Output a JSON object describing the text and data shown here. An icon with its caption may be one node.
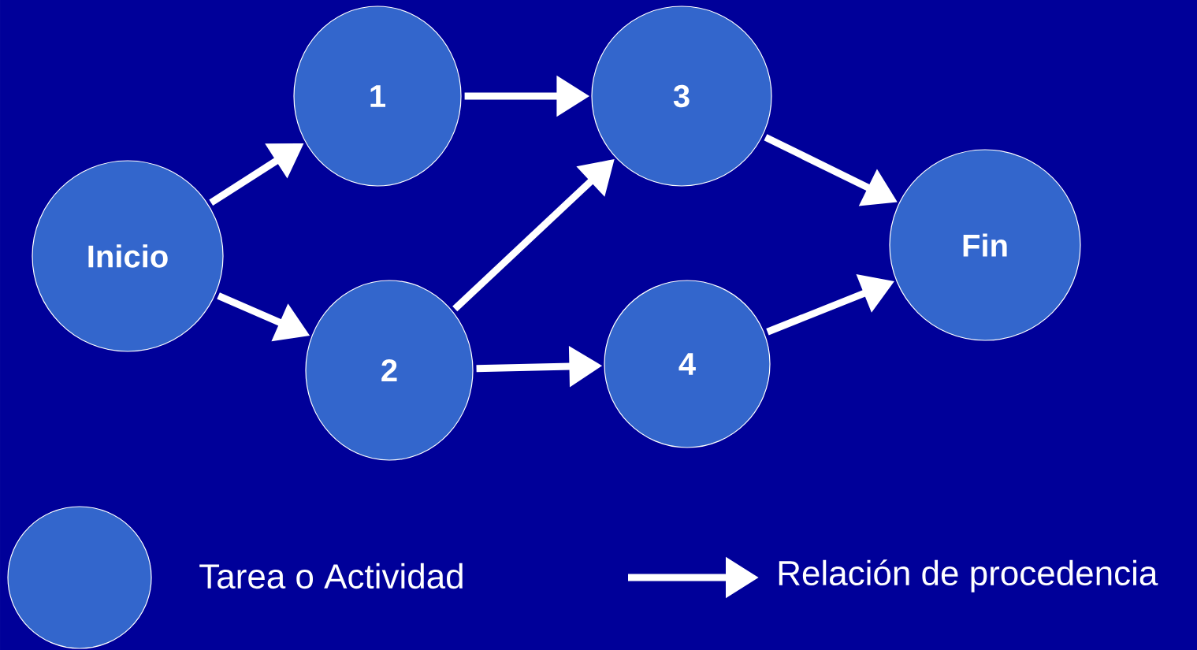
{
  "diagram": {
    "nodes": [
      {
        "text": [
          "Inicio"
        ]
      },
      {
        "text": [
          "1"
        ]
      },
      {
        "text": [
          "2"
        ]
      },
      {
        "text": [
          "3"
        ]
      },
      {
        "text": [
          "4"
        ]
      },
      {
        "text": [
          "Fin"
        ]
      }
    ],
    "edges": [
      {
        "from": 0,
        "to": 1,
        "arrow": "to"
      },
      {
        "from": 0,
        "to": 2,
        "arrow": "to"
      },
      {
        "from": 1,
        "to": 3,
        "arrow": "to"
      },
      {
        "from": 2,
        "to": 3,
        "arrow": "to"
      },
      {
        "from": 2,
        "to": 4,
        "arrow": "to"
      },
      {
        "from": 3,
        "to": 5,
        "arrow": "to"
      },
      {
        "from": 4,
        "to": 5,
        "arrow": "to"
      }
    ],
    "legend": [
      {
        "text": "Tarea o Actividad"
      },
      {
        "text": "Relación de procedencia"
      }
    ]
  }
}
